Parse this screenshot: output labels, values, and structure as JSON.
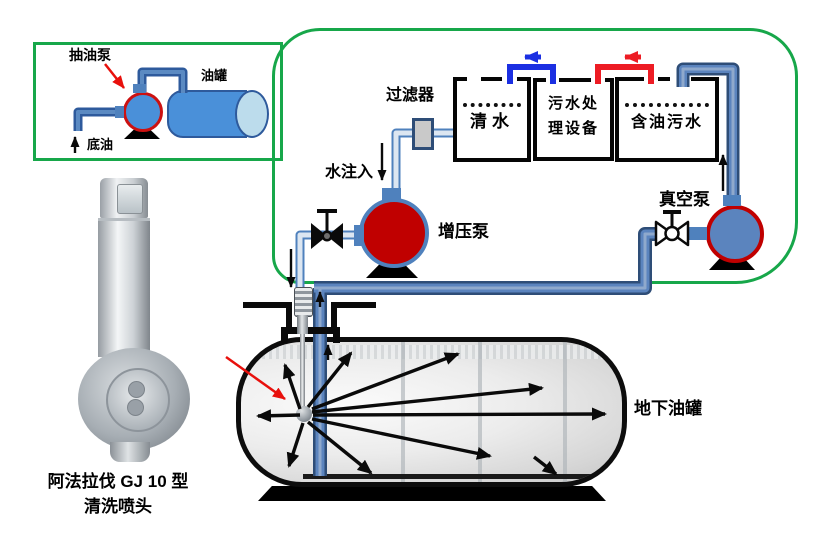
{
  "colors": {
    "frame_green": "#17a74a",
    "steel_blue": "#4f81bd",
    "pipe_dark_blue": "#2e4d77",
    "booster_pump_red": "#c00000",
    "vacuum_pump_blue": "#5b84be",
    "inset_pump_blue": "#4a90d9",
    "flow_arrow_blue": "#1b2fe2",
    "flow_arrow_red": "#ed1c24",
    "annotation_red": "#e8100c"
  },
  "inset_diagram": {
    "pump_label": "抽油泵",
    "tank_label": "油罐",
    "bottom_oil_label": "底油"
  },
  "nozzle_photo": {
    "caption_line1": "阿法拉伐 GJ 10 型",
    "caption_line2": "清洗喷头"
  },
  "process_diagram": {
    "filter_label": "过滤器",
    "water_injection_label": "水注入",
    "booster_pump_label": "增压泵",
    "vacuum_pump_label": "真空泵",
    "clean_water_tank_label": "清水",
    "treatment_tank_label_line1": "污水处",
    "treatment_tank_label_line2": "理设备",
    "oily_water_tank_label": "含油污水"
  },
  "underground_tank_label": "地下油罐"
}
